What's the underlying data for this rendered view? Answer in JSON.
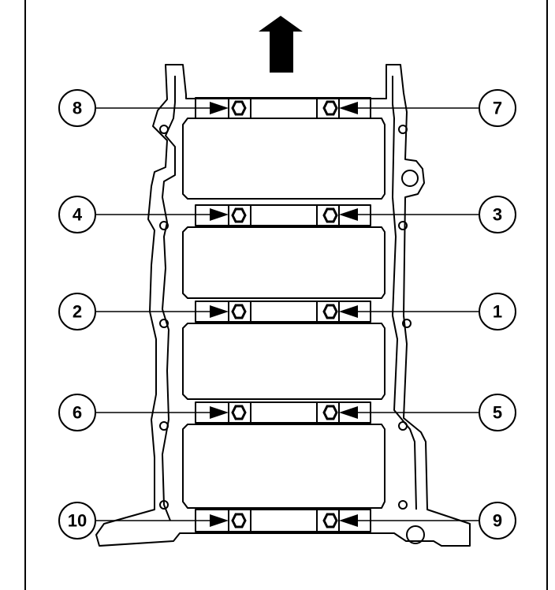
{
  "diagram": {
    "direction_indicator": "arrow-up-icon",
    "colors": {
      "ink": "#000000",
      "paper": "#ffffff"
    },
    "callouts": {
      "c1": "1",
      "c2": "2",
      "c3": "3",
      "c4": "4",
      "c5": "5",
      "c6": "6",
      "c7": "7",
      "c8": "8",
      "c9": "9",
      "c10": "10"
    }
  }
}
